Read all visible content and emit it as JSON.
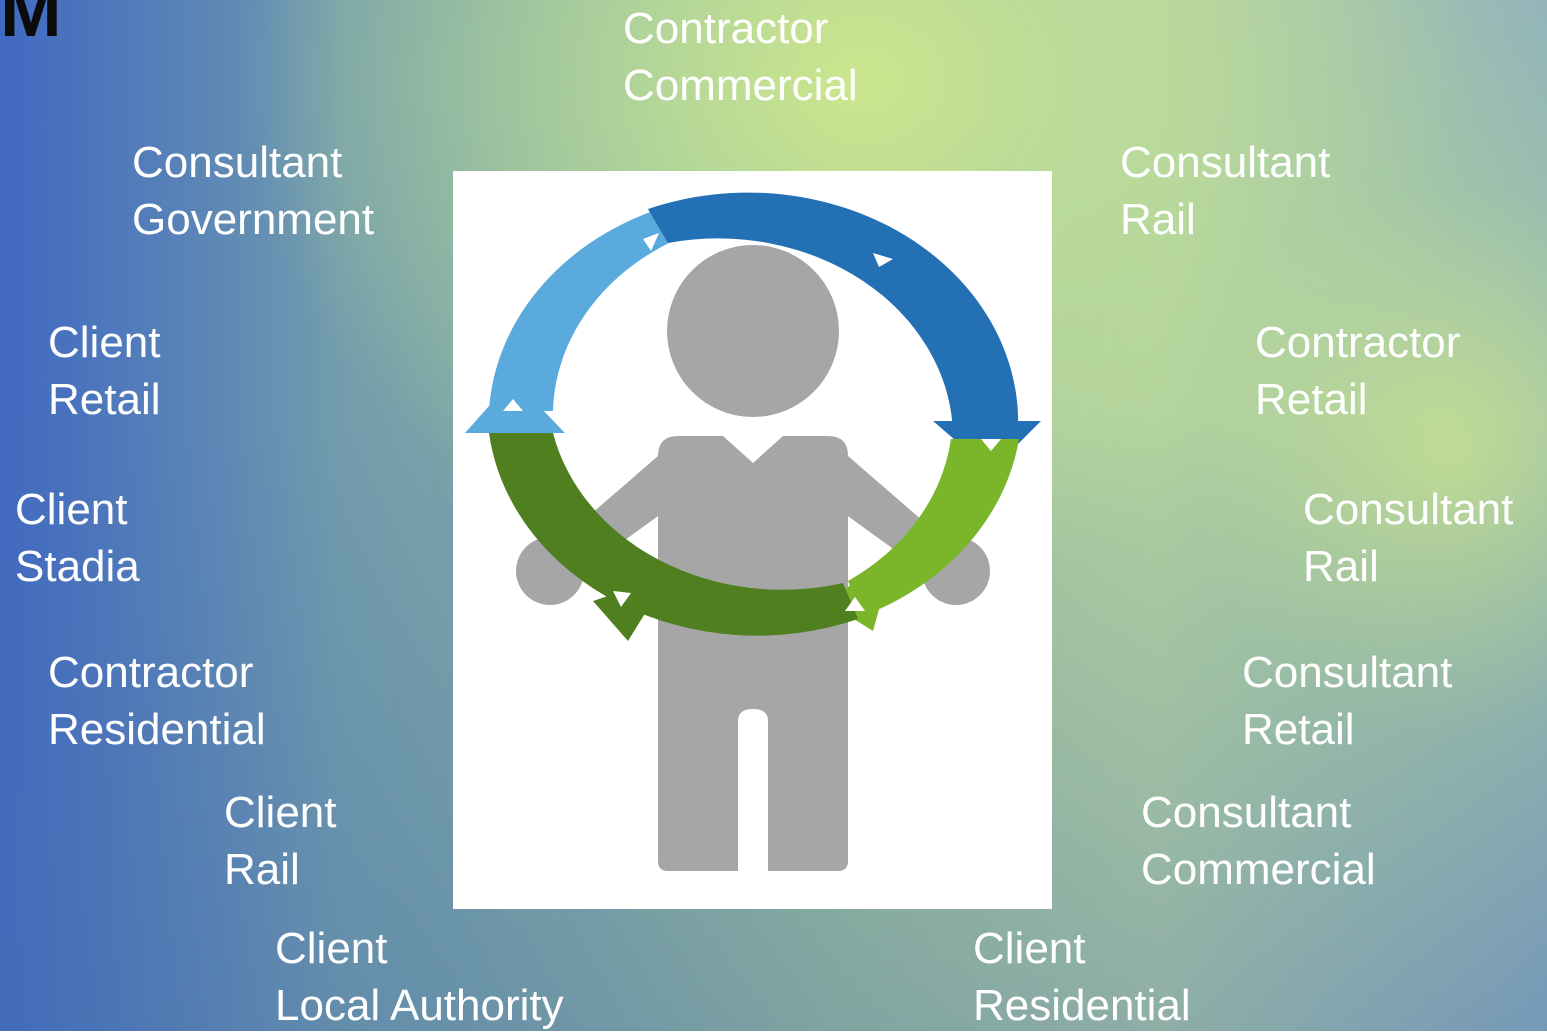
{
  "logo": {
    "text": "M"
  },
  "labels": [
    {
      "role": "Contractor",
      "sector": "Commercial"
    },
    {
      "role": "Consultant",
      "sector": "Government"
    },
    {
      "role": "Consultant",
      "sector": "Rail"
    },
    {
      "role": "Client",
      "sector": "Retail"
    },
    {
      "role": "Contractor",
      "sector": "Retail"
    },
    {
      "role": "Client",
      "sector": "Stadia"
    },
    {
      "role": "Consultant",
      "sector": "Rail"
    },
    {
      "role": "Contractor",
      "sector": "Residential"
    },
    {
      "role": "Consultant",
      "sector": "Retail"
    },
    {
      "role": "Client",
      "sector": "Rail"
    },
    {
      "role": "Consultant",
      "sector": "Commercial"
    },
    {
      "role": "Client",
      "sector": "Local Authority"
    },
    {
      "role": "Client",
      "sector": "Residential"
    }
  ],
  "colors": {
    "figure": "#a6a6a6",
    "arrow_blue_light": "#5aaade",
    "arrow_blue_dark": "#2370b4",
    "arrow_green_light": "#7ab52a",
    "arrow_green_dark": "#4f7f1e"
  }
}
